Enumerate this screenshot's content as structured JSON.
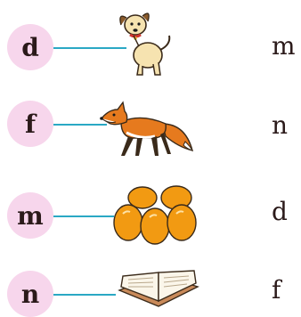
{
  "rows": [
    {
      "letter": "d",
      "picture_icon": "dog-icon",
      "answer": "m"
    },
    {
      "letter": "f",
      "picture_icon": "fox-icon",
      "answer": "n"
    },
    {
      "letter": "m",
      "picture_icon": "mangoes-icon",
      "answer": "d"
    },
    {
      "letter": "n",
      "picture_icon": "notebook-icon",
      "answer": "f"
    }
  ],
  "colors": {
    "badge_fill": "#f7d6ec",
    "connector": "#2aa8c4",
    "text": "#2b1a1a"
  }
}
